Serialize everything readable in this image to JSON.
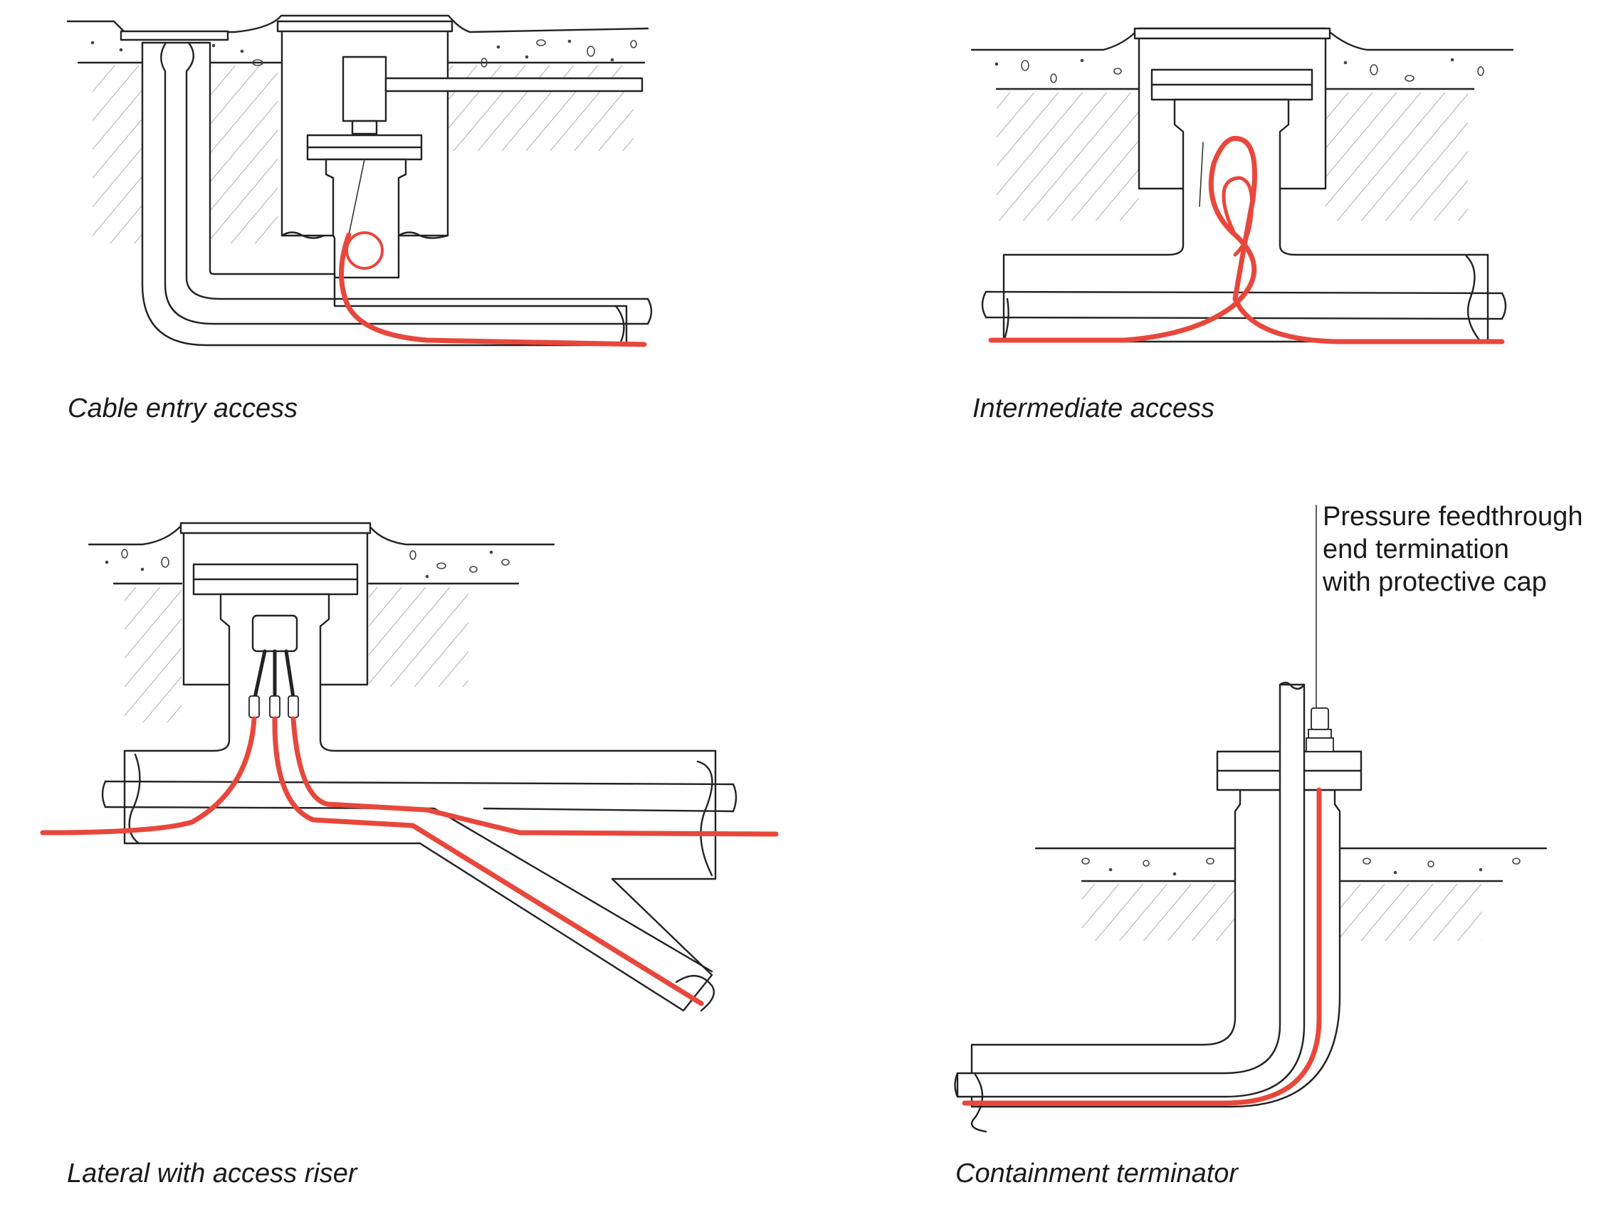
{
  "figure": {
    "panels": [
      {
        "id": "cable-entry-access",
        "caption": "Cable entry access"
      },
      {
        "id": "intermediate-access",
        "caption": "Intermediate access"
      },
      {
        "id": "lateral-with-access-riser",
        "caption": "Lateral with access riser"
      },
      {
        "id": "containment-terminator",
        "caption": "Containment terminator"
      }
    ],
    "callout": {
      "lines": [
        "Pressure feedthrough",
        "end termination",
        "with protective cap"
      ]
    },
    "colors": {
      "cable": "#e8473c",
      "linework": "#222222",
      "background": "#ffffff"
    }
  }
}
